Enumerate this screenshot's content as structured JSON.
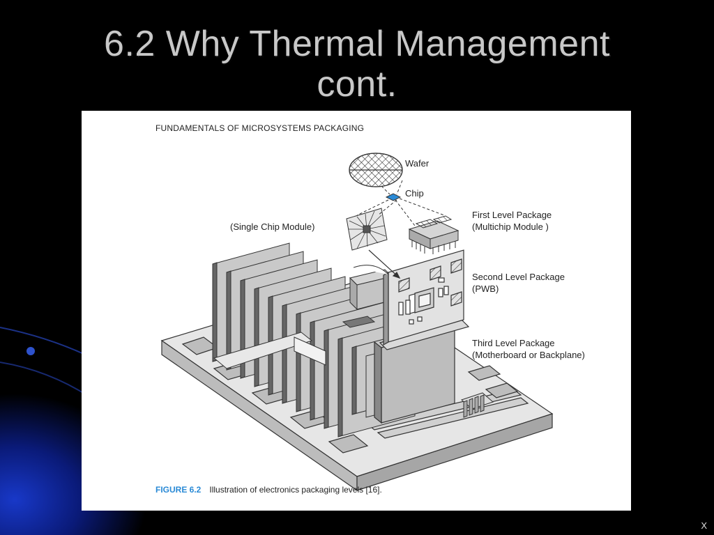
{
  "slide": {
    "title_line1": "6.2 Why Thermal Management",
    "title_line2": "cont.",
    "corner_mark": "X"
  },
  "figure": {
    "header": "FUNDAMENTALS OF MICROSYSTEMS PACKAGING",
    "labels": {
      "wafer": "Wafer",
      "chip": "Chip",
      "single_chip_module": "(Single Chip Module)",
      "first_level_line1": "First Level Package",
      "first_level_line2": "(Multichip Module )",
      "second_level_line1": "Second Level Package",
      "second_level_line2": "(PWB)",
      "third_level_line1": "Third Level Package",
      "third_level_line2": "(Motherboard or Backplane)"
    },
    "caption_number": "FIGURE 6.2",
    "caption_text": "Illustration of electronics packaging levels [16]."
  },
  "colors": {
    "background": "#000000",
    "title": "#c8c8c8",
    "caption_accent": "#2a8ad6",
    "chip_blue": "#2a8ad6"
  }
}
